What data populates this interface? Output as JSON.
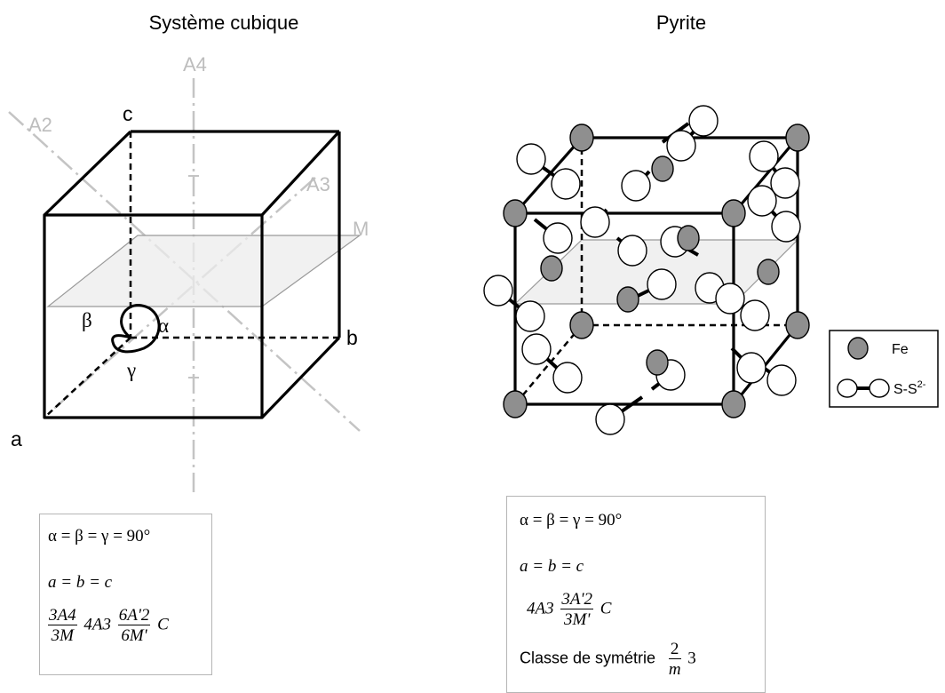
{
  "cubic": {
    "title": "Système cubique",
    "axes": {
      "a4": "A4",
      "a2": "A2",
      "a3": "A3",
      "mirror": "M"
    },
    "edges": {
      "a": "a",
      "b": "b",
      "c": "c"
    },
    "angles": {
      "alpha": "α",
      "beta": "β",
      "gamma": "γ"
    },
    "formulas": {
      "angles": "α = β = γ = 90°",
      "lengths": "a = b = c",
      "sym_a_num": "3A4",
      "sym_a_den": "3M",
      "sym_b": "4A3",
      "sym_c_num": "6A'2",
      "sym_c_den": "6M'",
      "sym_d": "C"
    }
  },
  "pyrite": {
    "title": "Pyrite",
    "legend": {
      "fe": "Fe",
      "s2": "S-S",
      "s2_sup": "2-"
    },
    "formulas": {
      "angles": "α = β = γ = 90°",
      "lengths": "a = b = c",
      "sym_a": "4A3",
      "sym_b_num": "3A'2",
      "sym_b_den": "3M'",
      "sym_c": "C",
      "class_label": "Classe de symétrie",
      "class_num": "2",
      "class_den": "m",
      "class_suffix": "3"
    }
  },
  "colors": {
    "fe_fill": "#8f8f8f",
    "plane_fill": "#ececec",
    "axis_gray": "#c4c4c4",
    "box_border": "#b5b5b5"
  }
}
